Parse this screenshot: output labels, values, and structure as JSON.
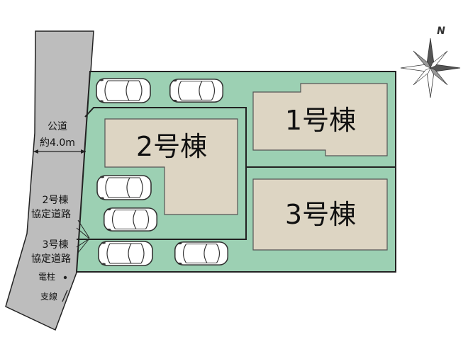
{
  "buildings": {
    "b1": "1号棟",
    "b2": "2号棟",
    "b3": "3号棟"
  },
  "road": {
    "name": "公道",
    "width": "約4.0m"
  },
  "shared_roads": {
    "b2": [
      "2号棟",
      "協定道路"
    ],
    "b3": [
      "3号棟",
      "協定道路"
    ]
  },
  "utility": {
    "pole": "電柱",
    "guy_wire": "支線"
  },
  "compass": {
    "north": "N"
  },
  "colors": {
    "lot_fill": "#9cd0b3",
    "building_fill": "#ddd5c3",
    "road_fill": "#bdbdbd",
    "outline": "#222222"
  }
}
